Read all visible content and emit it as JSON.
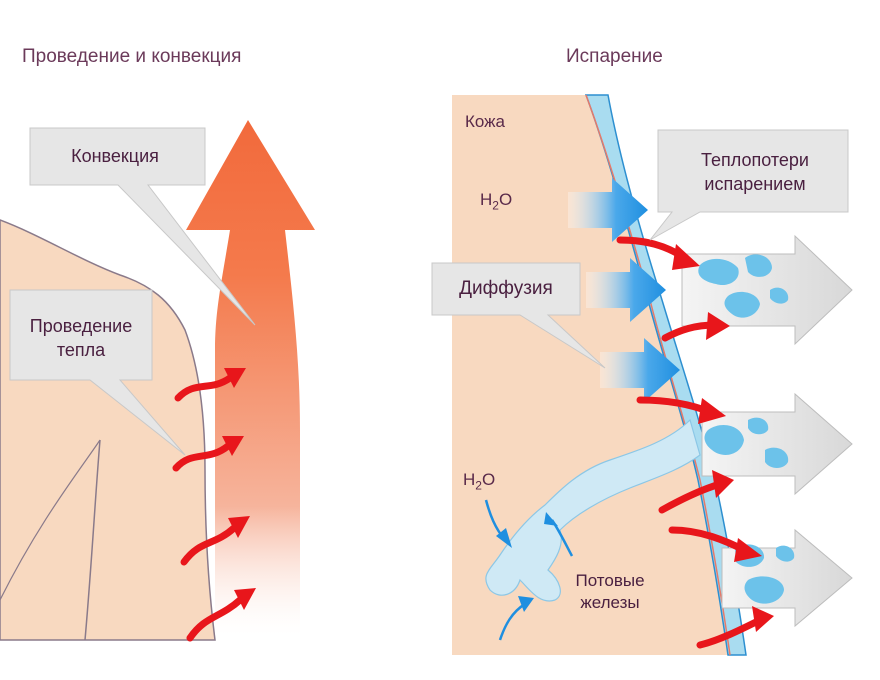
{
  "left": {
    "title": "Проведение и конвекция",
    "convection_label": "Конвекция",
    "conduction_label_line1": "Проведение",
    "conduction_label_line2": "тепла"
  },
  "right": {
    "title": "Испарение",
    "skin_label": "Кожа",
    "h2o_top_prefix": "H",
    "h2o_top_sub": "2",
    "h2o_top_suffix": "O",
    "diffusion_label": "Диффузия",
    "heatloss_line1": "Теплопотери",
    "heatloss_line2": "испарением",
    "h2o_bottom_prefix": "H",
    "h2o_bottom_sub": "2",
    "h2o_bottom_suffix": "O",
    "glands_line1": "Потовые",
    "glands_line2": "железы"
  },
  "colors": {
    "skin": "#f8d9c0",
    "skin_outline": "#8a7a8a",
    "callout_fill": "#e6e6e6",
    "convection_arrow": "#f26a3c",
    "heat_arrow": "#e8161b",
    "diffusion_arrow": "#1f8fe0",
    "sweat_layer": "#a9dcf0",
    "vapor_blob": "#6cc2ea",
    "gray_arrow": "#e0e0e0"
  }
}
